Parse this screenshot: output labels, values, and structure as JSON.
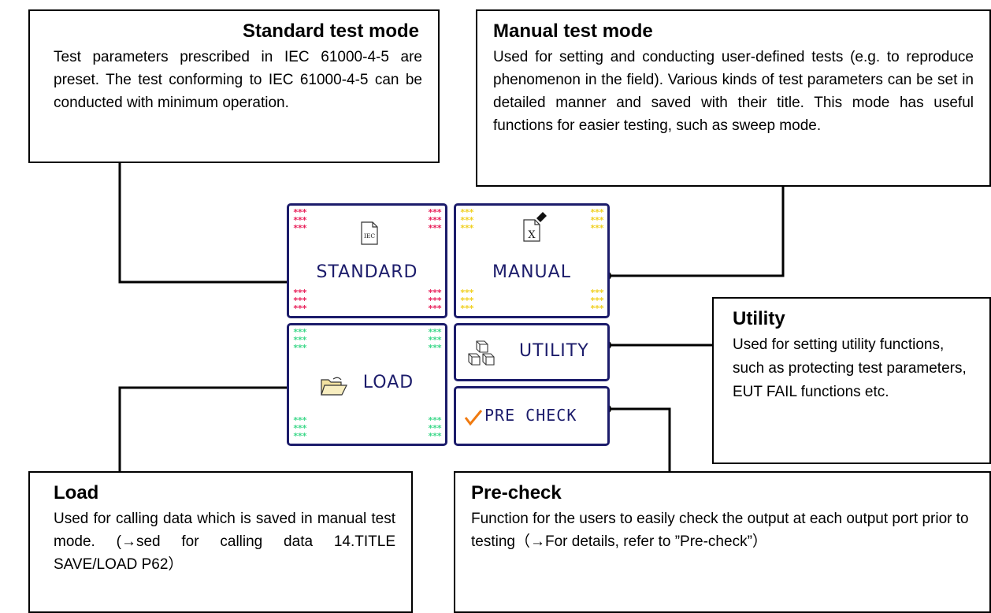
{
  "callouts": {
    "standard": {
      "title": "Standard test mode",
      "text": "Test parameters prescribed in IEC 61000-4-5 are preset. The test conforming to IEC 61000-4-5 can be conducted with minimum operation."
    },
    "manual": {
      "title": "Manual test mode",
      "text": "Used for setting and conducting user-defined tests (e.g. to reproduce phenomenon in the field). Various kinds of test parameters can be set in detailed manner and saved with their title. This mode has useful functions for easier testing, such as sweep mode."
    },
    "utility": {
      "title": "Utility",
      "text": "Used for setting utility functions, such as protecting test parameters, EUT FAIL functions etc."
    },
    "load": {
      "title": "Load",
      "text": "Used for calling data which is saved in manual test mode. (→sed for calling data 14.TITLE SAVE/LOAD P62）"
    },
    "precheck": {
      "title": "Pre-check",
      "text": "Function for the users to easily check the output at each output port prior to testing（→For details, refer to ”Pre-check”）"
    }
  },
  "tiles": {
    "standard": {
      "label": "STANDARD",
      "icon": "iec-document-icon",
      "icon_text": "IEC",
      "star_color": "#e8205a"
    },
    "manual": {
      "label": "MANUAL",
      "icon": "pen-document-icon",
      "icon_text": "X",
      "star_color": "#f0d020"
    },
    "load": {
      "label": "LOAD",
      "icon": "open-folder-icon",
      "star_color": "#3ed88a"
    },
    "utility": {
      "label": "UTILITY",
      "icon": "cubes-icon"
    },
    "precheck": {
      "label": "PRE CHECK",
      "icon": "checkmark-icon"
    }
  },
  "colors": {
    "tile_border": "#1c1c6b",
    "tile_text": "#1c1c6b",
    "check": "#f07a10"
  }
}
